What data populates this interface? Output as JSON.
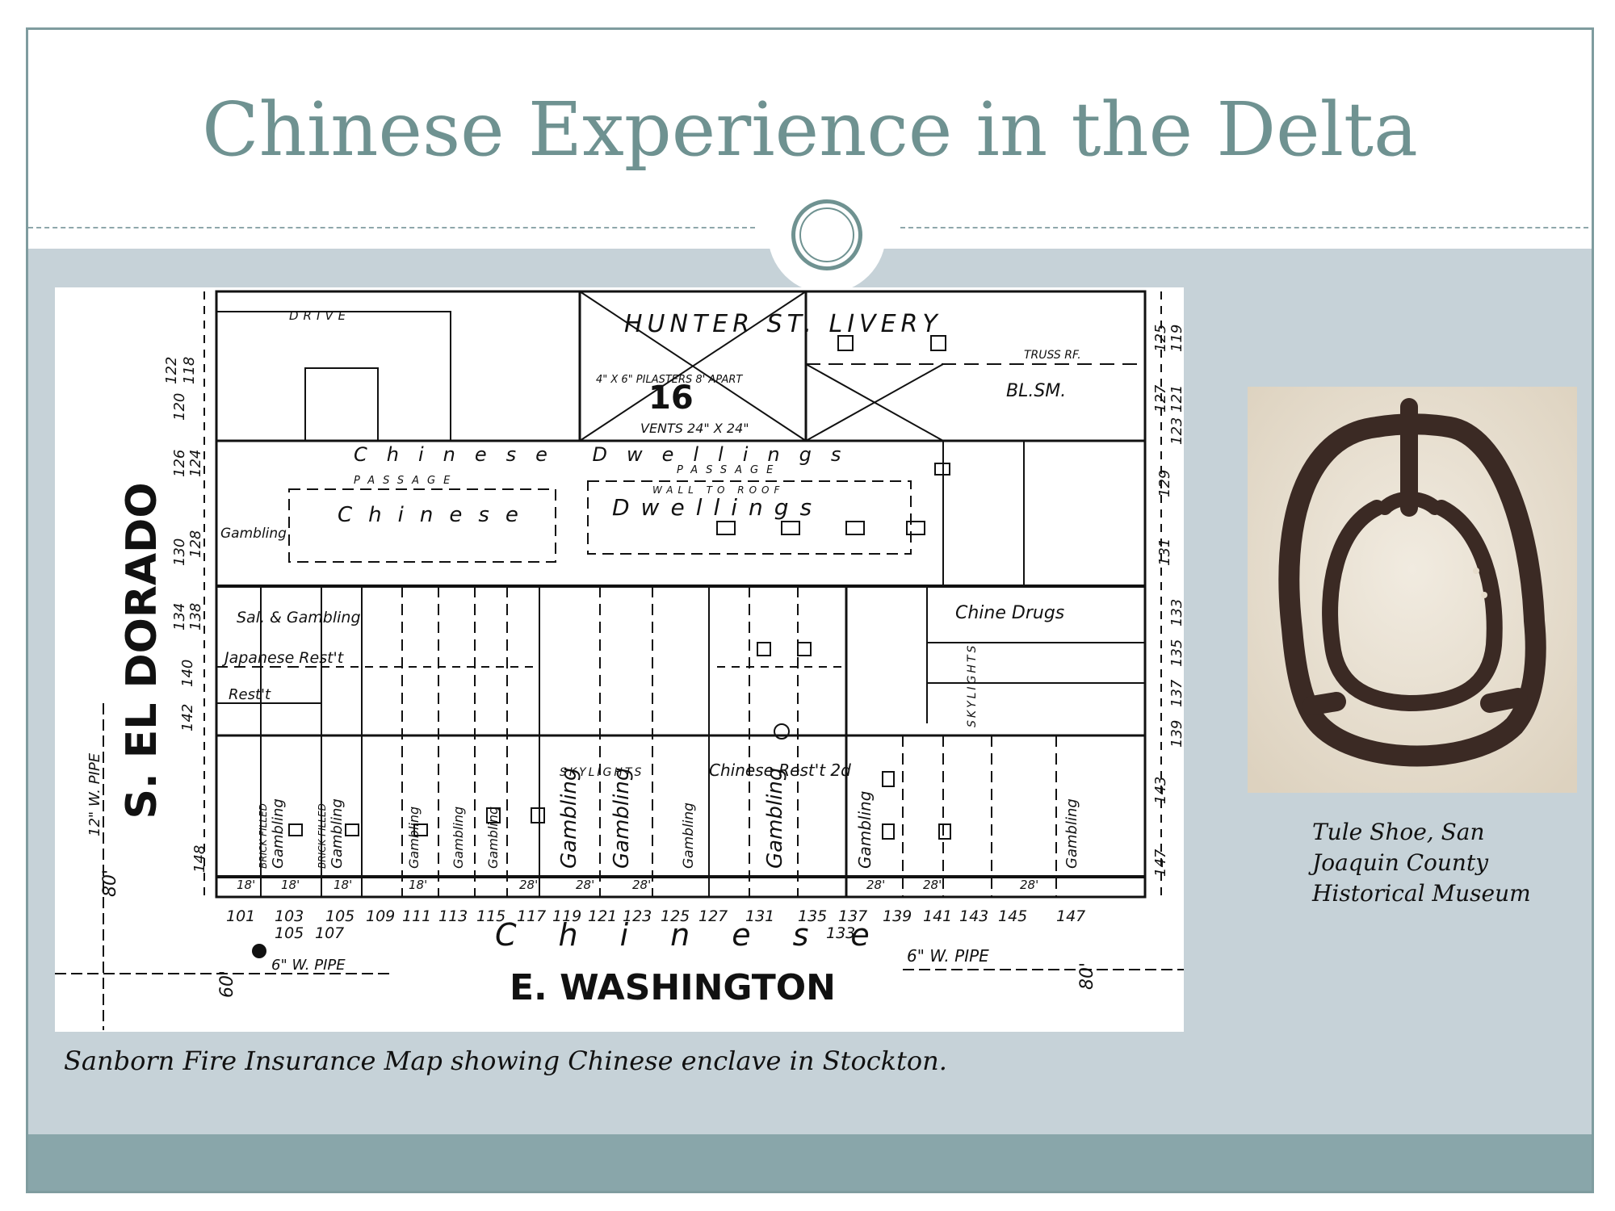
{
  "slide": {
    "title": "Chinese Experience in the Delta",
    "map_caption": "Sanborn Fire Insurance Map showing Chinese enclave in Stockton.",
    "shoe_caption": "Tule Shoe, San Joaquin County Historical Museum"
  },
  "colors": {
    "title": "#6f9291",
    "content_band": "#c6d2d8",
    "footer_band": "#89a6aa",
    "frame": "#7f9c9f"
  },
  "map": {
    "street_left": "S. EL DORADO",
    "street_bottom": "E. WASHINGTON",
    "alley_lettering": "Chinese",
    "livery": "HUNTER ST. LIVERY",
    "block_number": "16",
    "pilasters": "4\" X 6\" PILASTERS 8' APART",
    "vents": "VENTS 24\" X 24\"",
    "drive": "DRIVE",
    "truss": "TRUSS RF.",
    "blsm": "BL.SM.",
    "dwellings_top": "Chinese Dwellings",
    "dwellings_left": "Chinese",
    "dwellings_right": "Dwellings",
    "passage_left": "PASSAGE",
    "passage_right": "PASSAGE",
    "wall_to_roof": "WALL TO ROOF",
    "drugs": "Chine Drugs",
    "sal_gambling": "Sal. & Gambling",
    "japanese": "Japanese Rest't",
    "restaurant": "Rest't",
    "gambling": "Gambling",
    "skylights": "SKYLIGHTS",
    "chinese_rest": "Chinese Rest't 2d",
    "brick_filled": "BRICK FILLED",
    "pipe_left": "12\" W. PIPE",
    "pipe_bottom_left": "6\" W. PIPE",
    "pipe_bottom_right": "6\" W. PIPE",
    "street_width": "80'",
    "street_width_2": "60'",
    "bottom_numbers": [
      "101",
      "103",
      "105",
      "105",
      "107",
      "109",
      "111",
      "113",
      "115",
      "117",
      "119",
      "121",
      "123",
      "125",
      "127",
      "131",
      "135",
      "137",
      "133",
      "139",
      "141",
      "143",
      "145",
      "147"
    ],
    "left_numbers": [
      "122",
      "118",
      "120",
      "124",
      "126",
      "128",
      "130",
      "134",
      "138",
      "140",
      "142",
      "148"
    ],
    "right_numbers": [
      "119",
      "125",
      "121",
      "127",
      "123",
      "129",
      "131",
      "133",
      "135",
      "137",
      "139",
      "143",
      "147"
    ],
    "depth_numbers": [
      "18'",
      "18'",
      "18'",
      "18'",
      "28'",
      "28'",
      "28'",
      "28'",
      "28'",
      "28'"
    ]
  }
}
